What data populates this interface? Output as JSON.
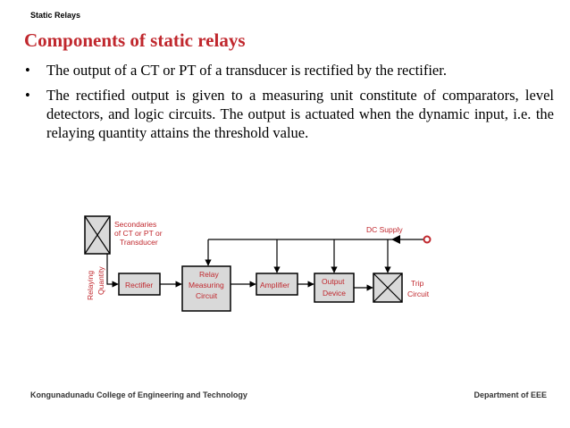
{
  "header": {
    "section": "Static Relays",
    "title": "Components of static relays"
  },
  "bullets": [
    {
      "marker": "•",
      "text": "The output of a CT or PT of a transducer is rectified by the rectifier."
    },
    {
      "marker": "•",
      "text": "The rectified output is given to a measuring unit constitute of comparators, level detectors, and logic circuits. The output is actuated when the dynamic input, i.e. the relaying quantity attains the threshold value."
    }
  ],
  "diagram": {
    "secondaries": [
      "Secondaries",
      "of CT or PT or",
      "Transducer"
    ],
    "relaying": "Relaying",
    "quantity": "Quantity",
    "rectifier": "Rectifier",
    "relay_measuring": [
      "Relay",
      "Measuring",
      "Circuit"
    ],
    "amplifier": "Amplifier",
    "output_device": [
      "Output",
      "Device"
    ],
    "trip_circuit": [
      "Trip",
      "Circuit"
    ],
    "dc_supply": "DC Supply",
    "colors": {
      "line": "#000000",
      "box_fill": "#d9d9d9",
      "label": "#c0272d"
    }
  },
  "footer": {
    "college": "Kongunadunadu College of Engineering and Technology",
    "department": "Department of EEE"
  }
}
